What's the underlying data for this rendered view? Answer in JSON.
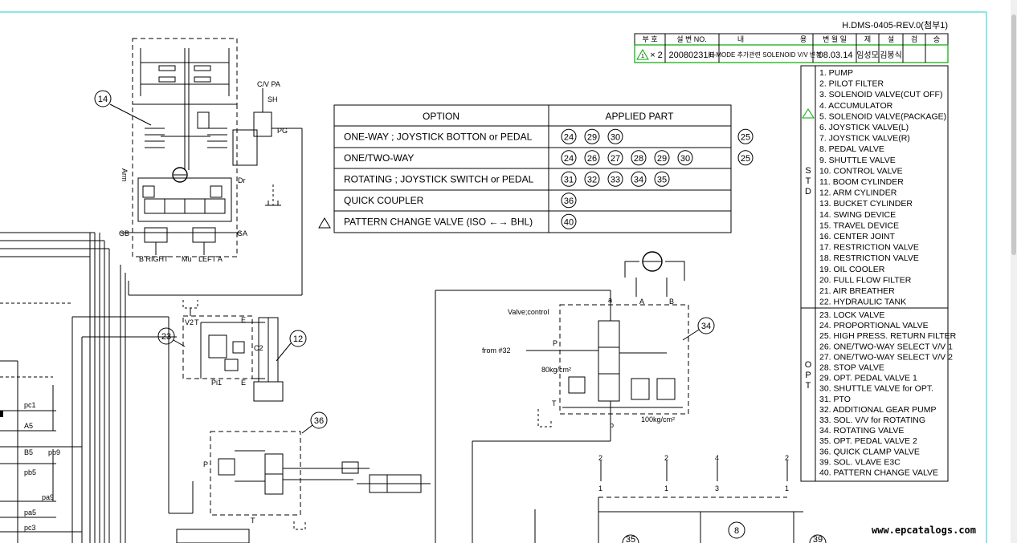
{
  "doc_code": "H.DMS-0405-REV.0(첨부1)",
  "revision": {
    "headers": [
      "부 호",
      "설 변 NO.",
      "내",
      "용",
      "변 월 일",
      "제",
      "설",
      "검",
      "승"
    ],
    "row": {
      "mark": "1",
      "count": "× 2",
      "no": "20080231H",
      "content": "E-MODE 추가관련 SOLENOID V/V 변경",
      "date": "'08.03.14",
      "by1": "임성모",
      "by2": "김봉식"
    }
  },
  "option_table": {
    "headers": [
      "OPTION",
      "APPLIED PART"
    ],
    "rows": [
      {
        "option": "ONE-WAY ; JOYSTICK BOTTON or PEDAL",
        "parts": [
          "24",
          "29",
          "30"
        ],
        "extra": "25",
        "warn": false
      },
      {
        "option": "ONE/TWO-WAY",
        "parts": [
          "24",
          "26",
          "27",
          "28",
          "29",
          "30"
        ],
        "extra": "25",
        "warn": false
      },
      {
        "option": "ROTATING ; JOYSTICK SWITCH or PEDAL",
        "parts": [
          "31",
          "32",
          "33",
          "34",
          "35"
        ],
        "extra": "",
        "warn": false
      },
      {
        "option": "QUICK COUPLER",
        "parts": [
          "36"
        ],
        "extra": "",
        "warn": false
      },
      {
        "option": "PATTERN CHANGE VALVE (ISO ←→ BHL)",
        "parts": [
          "40"
        ],
        "extra": "",
        "warn": true
      }
    ]
  },
  "parts_list": {
    "std_label": [
      "S",
      "T",
      "D"
    ],
    "opt_label": [
      "O",
      "P",
      "T"
    ],
    "std": [
      "1. PUMP",
      "2. PILOT FILTER",
      "3. SOLENOID VALVE(CUT OFF)",
      "4. ACCUMULATOR",
      "5. SOLENOID VALVE(PACKAGE)",
      "6. JOYSTICK VALVE(L)",
      "7. JOYSTICK VALVE(R)",
      "8. PEDAL VALVE",
      "9. SHUTTLE VALVE",
      "10. CONTROL VALVE",
      "11. BOOM CYLINDER",
      "12. ARM CYLINDER",
      "13. BUCKET CYLINDER",
      "14. SWING DEVICE",
      "15. TRAVEL DEVICE",
      "16. CENTER JOINT",
      "17. RESTRICTION VALVE",
      "18. RESTRICTION VALVE",
      "19. OIL COOLER",
      "20. FULL FLOW FILTER",
      "21. AIR BREATHER",
      "22. HYDRAULIC TANK"
    ],
    "opt": [
      "23. LOCK VALVE",
      "24. PROPORTIONAL VALVE",
      "25. HIGH PRESS. RETURN FILTER",
      "26. ONE/TWO-WAY SELECT V/V 1",
      "27. ONE/TWO-WAY SELECT V/V 2",
      "28. STOP VALVE",
      "29. OPT. PEDAL VALVE 1",
      "30. SHUTTLE VALVE for OPT.",
      "31. PTO",
      "32. ADDITIONAL GEAR PUMP",
      "33. SOL. V/V for ROTATING",
      "34. ROTATING VALVE",
      "35. OPT. PEDAL VALVE 2",
      "36. QUICK CLAMP VALVE",
      "39. SOL. VLAVE E3C",
      "40. PATTERN CHANGE VALVE"
    ]
  },
  "balloons": {
    "b14": "14",
    "b23": "23",
    "b12": "12",
    "b34": "34",
    "b36": "36",
    "b8": "8",
    "b35": "35",
    "b39": "39"
  },
  "labels": {
    "cvpa": "C/V PA",
    "sh": "SH",
    "pg": "PG",
    "arm": "Arm",
    "dr": "Dr",
    "gb": "GB",
    "ga": "GA",
    "bright": "B RIGHT",
    "mu": "Mu",
    "lefta": "LEFT A",
    "v2": "V2",
    "t1": "T",
    "e1": "E",
    "c2": "C2",
    "e2": "E",
    "pi1": "Pi1",
    "pc1": "pc1",
    "a5": "A5",
    "b5": "B5",
    "pb9": "pb9",
    "pb5": "pb5",
    "pa9": "pa9",
    "pa5": "pa5",
    "pc3": "pc3",
    "valve_control": "Valve;control",
    "a_small": "a",
    "a_port": "A",
    "b_port": "B",
    "p_port": "P",
    "from32": "from #32",
    "p80": "80kg/cm²",
    "t_port": "T",
    "b_small": "b",
    "p100": "100kg/cm²",
    "p36": "P",
    "t36": "T",
    "n2a": "2",
    "n1a": "1",
    "n2b": "2",
    "n1b": "1",
    "n4": "4",
    "n3": "3",
    "n2c": "2",
    "n1c": "1"
  },
  "watermark": "www.epcatalogs.com"
}
